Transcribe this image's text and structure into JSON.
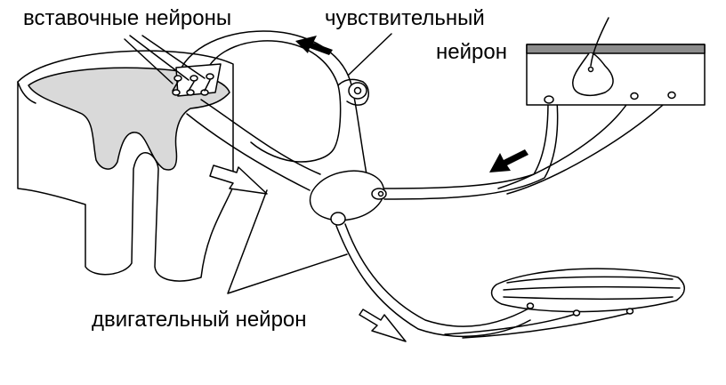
{
  "labels": {
    "interneurons": "вставочные нейроны",
    "sensory_line1": "чувствительный",
    "sensory_line2": "нейрон",
    "motor": "двигательный нейрон"
  },
  "colors": {
    "line": "#000000",
    "gray_matter": "#d9d9d9",
    "skin_top": "#8c8c8c",
    "background": "#ffffff"
  },
  "icons": {
    "direction_arrow_filled": "black-arrow-icon",
    "direction_arrow_outline": "outline-arrow-icon"
  }
}
